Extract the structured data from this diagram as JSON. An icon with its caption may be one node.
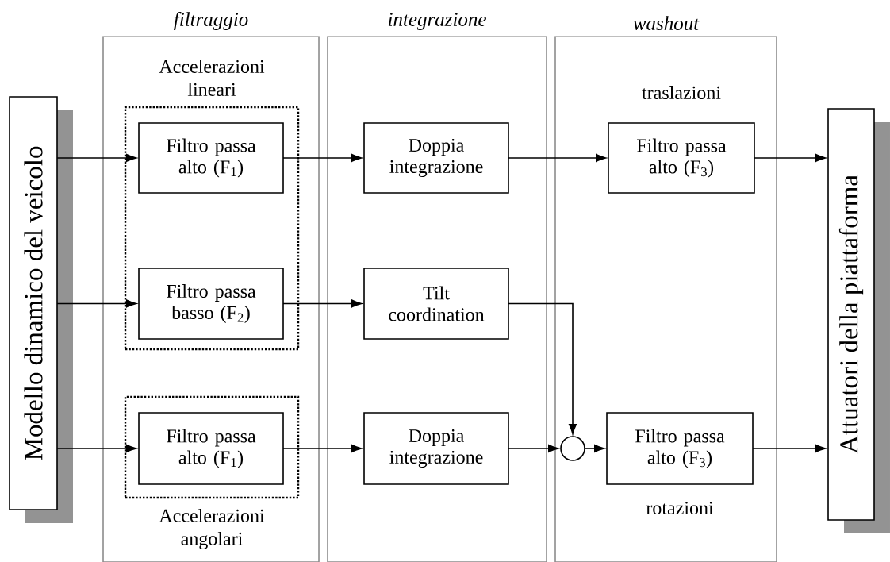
{
  "diagram": {
    "nodes": [
      {
        "text": [
          "Modello dinamico del veicolo"
        ]
      },
      {
        "text": [
          "filtraggio"
        ]
      },
      {
        "text": [
          "Accelerazioni lineari"
        ],
        "in": 1
      },
      {
        "text": [
          "Filtro passa alto (F$_{1}$)"
        ],
        "in": 2
      },
      {
        "text": [
          "Filtro passa basso (F$_{2}$)"
        ],
        "in": 2
      },
      {
        "text": [
          "Accelerazioni angolari"
        ],
        "in": 1
      },
      {
        "text": [
          "Filtro passa alto (F$_{1}$)"
        ],
        "in": 5
      },
      {
        "text": [
          "integrazione"
        ]
      },
      {
        "text": [
          "Doppia integrazione"
        ],
        "in": 7
      },
      {
        "text": [
          "Tilt coordination"
        ],
        "in": 7
      },
      {
        "text": [
          "Doppia integrazione"
        ],
        "in": 7
      },
      {
        "text": [
          "washout"
        ]
      },
      {
        "text": [
          "Filtro passa alto (F$_{3}$)"
        ],
        "in": 11,
        "beside": [
          "traslazioni"
        ]
      },
      {
        "text": [],
        "shape": "circle",
        "in": 11
      },
      {
        "text": [
          "Filtro passa alto (F$_{3}$)"
        ],
        "in": 11,
        "beside": [
          "rotazioni"
        ]
      },
      {
        "text": [
          "Attuatori della piattaforma"
        ]
      }
    ],
    "edges": [
      {
        "from": 0,
        "to": 3,
        "arrow": "to"
      },
      {
        "from": 0,
        "to": 4,
        "arrow": "to"
      },
      {
        "from": 0,
        "to": 6,
        "arrow": "to"
      },
      {
        "from": 3,
        "to": 8,
        "arrow": "to"
      },
      {
        "from": 4,
        "to": 9,
        "arrow": "to"
      },
      {
        "from": 6,
        "to": 10,
        "arrow": "to"
      },
      {
        "from": 8,
        "to": 12,
        "arrow": "to"
      },
      {
        "from": 9,
        "to": 13,
        "arrow": "to"
      },
      {
        "from": 10,
        "to": 13,
        "arrow": "to"
      },
      {
        "from": 13,
        "to": 14,
        "arrow": "to"
      },
      {
        "from": 12,
        "to": 15,
        "arrow": "to"
      },
      {
        "from": 14,
        "to": 15,
        "arrow": "to"
      }
    ]
  }
}
